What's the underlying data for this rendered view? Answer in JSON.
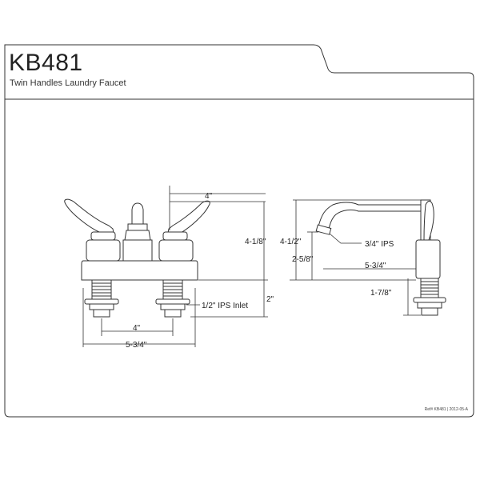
{
  "header": {
    "model": "KB481",
    "description": "Twin Handles Laundry Faucet"
  },
  "footer": {
    "ref": "Ref# KB481 | 2012-05-A"
  },
  "front_view": {
    "dim_top_spacing": "4\"",
    "dim_height": "4-1/8\"",
    "dim_shank": "2\"",
    "callout_inlet": "1/2\" IPS Inlet",
    "dim_bottom_spacing": "4\"",
    "dim_bottom_width": "5-3/4\""
  },
  "side_view": {
    "dim_total_height": "4-1/2\"",
    "dim_spout_height": "2-5/8\"",
    "callout_outlet": "3/4\" IPS",
    "dim_reach": "5-3/4\"",
    "dim_shank": "1-7/8\""
  }
}
